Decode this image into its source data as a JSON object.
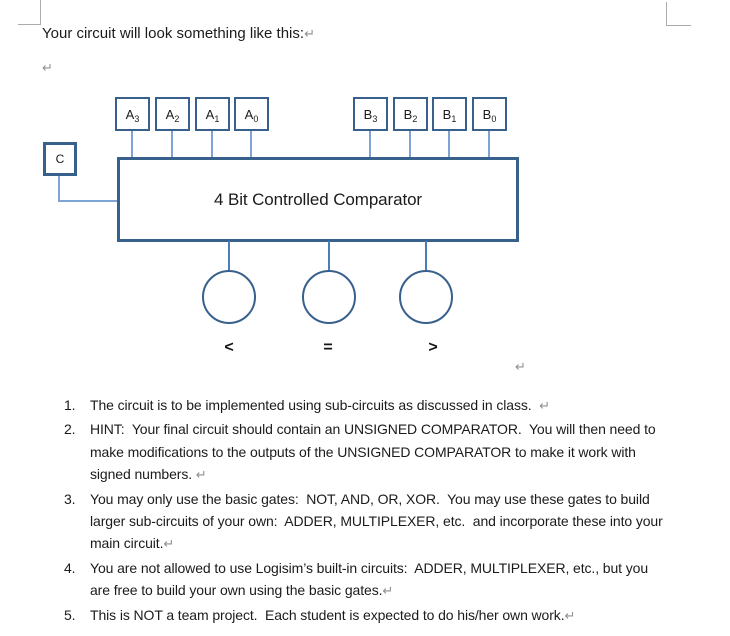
{
  "colors": {
    "shape_border": "#38608C",
    "connector": "#7ea4d6",
    "output_stub": "#4a7ebb",
    "paragraph_mark": "#909090",
    "crop_mark": "#ababab",
    "text": "#1b1b1b"
  },
  "document": {
    "intro_text": "Your circuit will look something like this:",
    "paragraph_mark": "↵"
  },
  "diagram": {
    "control_input_label": "C",
    "comparator_label": "4 Bit Controlled Comparator",
    "inputs_a": [
      {
        "base": "A",
        "sub": "3"
      },
      {
        "base": "A",
        "sub": "2"
      },
      {
        "base": "A",
        "sub": "1"
      },
      {
        "base": "A",
        "sub": "0"
      }
    ],
    "inputs_b": [
      {
        "base": "B",
        "sub": "3"
      },
      {
        "base": "B",
        "sub": "2"
      },
      {
        "base": "B",
        "sub": "1"
      },
      {
        "base": "B",
        "sub": "0"
      }
    ],
    "outputs": [
      "<",
      "=",
      ">"
    ]
  },
  "list": {
    "items": [
      {
        "number": "1.",
        "text": "The circuit is to be implemented using sub-circuits as discussed in class.  "
      },
      {
        "number": "2.",
        "text": "HINT:  Your final circuit should contain an UNSIGNED COMPARATOR.  You will then need to make modifications to the outputs of the UNSIGNED COMPARATOR to make it work with signed numbers. "
      },
      {
        "number": "3.",
        "text": "You may only use the basic gates:  NOT, AND, OR, XOR.  You may use these gates to build larger sub-circuits of your own:  ADDER, MULTIPLEXER, etc.  and incorporate these into your main circuit."
      },
      {
        "number": "4.",
        "text": "You are not allowed to use Logisim’s built-in circuits:  ADDER, MULTIPLEXER, etc., but you are free to build your own using the basic gates."
      },
      {
        "number": "5.",
        "text": "This is NOT a team project.  Each student is expected to do his/her own work."
      }
    ]
  }
}
